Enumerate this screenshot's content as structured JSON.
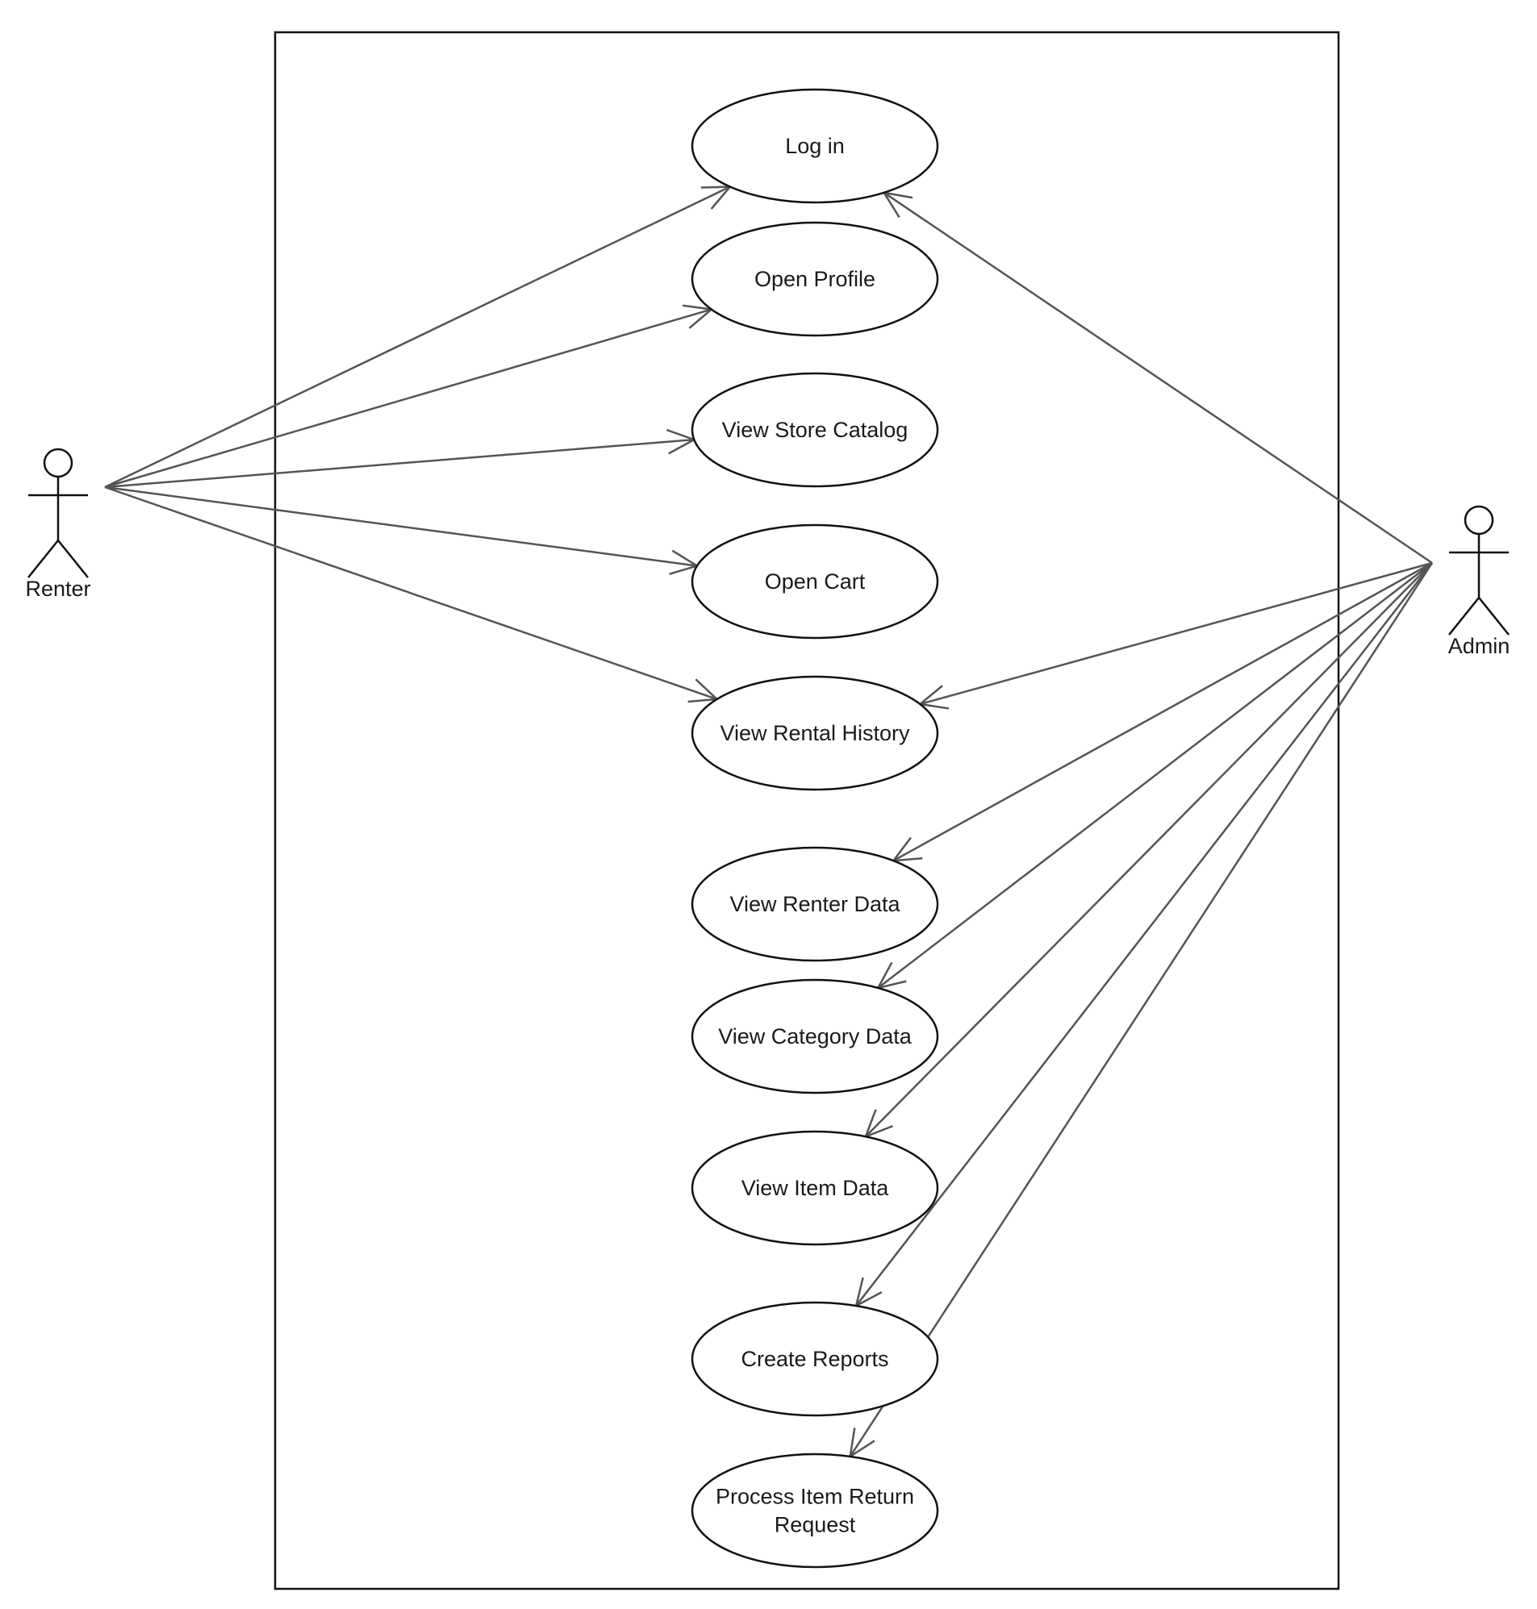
{
  "diagram": {
    "type": "uml-use-case",
    "colors": {
      "line": "#555555",
      "shape_stroke": "#111111",
      "background": "#ffffff"
    },
    "actors": [
      {
        "id": "renter",
        "label": "Renter",
        "icon": "stick-figure-icon"
      },
      {
        "id": "admin",
        "label": "Admin",
        "icon": "stick-figure-icon"
      }
    ],
    "use_cases": [
      {
        "id": "log-in",
        "lines": [
          "Log in"
        ]
      },
      {
        "id": "open-profile",
        "lines": [
          "Open Profile"
        ]
      },
      {
        "id": "view-store-catalog",
        "lines": [
          "View Store Catalog"
        ]
      },
      {
        "id": "open-cart",
        "lines": [
          "Open Cart"
        ]
      },
      {
        "id": "view-rental-history",
        "lines": [
          "View Rental History"
        ]
      },
      {
        "id": "view-renter-data",
        "lines": [
          "View Renter Data"
        ]
      },
      {
        "id": "view-category-data",
        "lines": [
          "View Category Data"
        ]
      },
      {
        "id": "view-item-data",
        "lines": [
          "View Item Data"
        ]
      },
      {
        "id": "create-reports",
        "lines": [
          "Create Reports"
        ]
      },
      {
        "id": "process-item-return-request",
        "lines": [
          "Process Item Return",
          "Request"
        ]
      }
    ],
    "associations": [
      {
        "from": "renter",
        "to": "log-in"
      },
      {
        "from": "renter",
        "to": "open-profile"
      },
      {
        "from": "renter",
        "to": "view-store-catalog"
      },
      {
        "from": "renter",
        "to": "open-cart"
      },
      {
        "from": "renter",
        "to": "view-rental-history"
      },
      {
        "from": "admin",
        "to": "log-in"
      },
      {
        "from": "admin",
        "to": "view-rental-history"
      },
      {
        "from": "admin",
        "to": "view-renter-data"
      },
      {
        "from": "admin",
        "to": "view-category-data"
      },
      {
        "from": "admin",
        "to": "view-item-data"
      },
      {
        "from": "admin",
        "to": "create-reports"
      },
      {
        "from": "admin",
        "to": "process-item-return-request"
      }
    ]
  }
}
